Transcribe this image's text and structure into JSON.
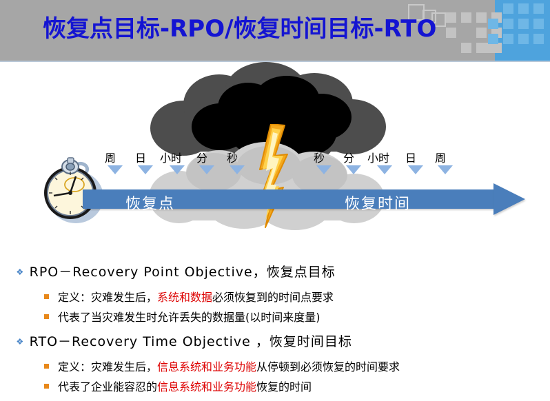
{
  "header": {
    "title": "恢复点目标-RPO/恢复时间目标-RTO",
    "title_color": "#1414d2",
    "band_color": "#a6a6a6",
    "accent_panel_color": "#4ea3dd"
  },
  "diagram": {
    "stopwatch_icon": "stopwatch-icon",
    "storm_cloud_icon": "dark-storm-cloud",
    "ground_cloud_icon": "light-gray-cloud",
    "lightning_icon": "lightning-bolt-icon",
    "arrow_color": "#4a7ebb",
    "tick_marker_color": "#8db3e2",
    "arrow_label_left": "恢复点",
    "arrow_label_right": "恢复时间",
    "ticks_left": [
      {
        "label": "周",
        "label_x": 152,
        "tick_x": 167
      },
      {
        "label": "日",
        "label_x": 196,
        "tick_x": 211
      },
      {
        "label": "小时",
        "label_x": 232,
        "tick_x": 257
      },
      {
        "label": "分",
        "label_x": 285,
        "tick_x": 300
      },
      {
        "label": "秒",
        "label_x": 329,
        "tick_x": 344
      }
    ],
    "ticks_right": [
      {
        "label": "秒",
        "label_x": 455,
        "tick_x": 470
      },
      {
        "label": "分",
        "label_x": 498,
        "tick_x": 513
      },
      {
        "label": "小时",
        "label_x": 533,
        "tick_x": 558
      },
      {
        "label": "日",
        "label_x": 588,
        "tick_x": 603
      },
      {
        "label": "周",
        "label_x": 631,
        "tick_x": 646
      }
    ]
  },
  "bullets": {
    "rpo": {
      "bullet_glyph": "❖",
      "title": "RPO－Recovery Point Objective，恢复点目标",
      "sub": [
        {
          "pre": "定义：灾难发生后，",
          "highlight": "系统和数据",
          "post": "必须恢复到的时间点要求"
        },
        {
          "pre": "代表了当灾难发生时允许丢失的数据量(以时间来度量)",
          "highlight": "",
          "post": ""
        }
      ]
    },
    "rto": {
      "bullet_glyph": "❖",
      "title": "RTO－Recovery Time Objective ，恢复时间目标",
      "sub": [
        {
          "pre": "定义：灾难发生后，",
          "highlight": "信息系统和业务功能",
          "post": "从停顿到必须恢复的时间要求"
        },
        {
          "pre": "代表了企业能容忍的",
          "highlight": "信息系统和业务功能",
          "post": "恢复的时间"
        }
      ]
    },
    "highlight_color": "#dd0000",
    "level1_bullet_color": "#4a86c8",
    "level2_bullet_color": "#e8881a"
  }
}
